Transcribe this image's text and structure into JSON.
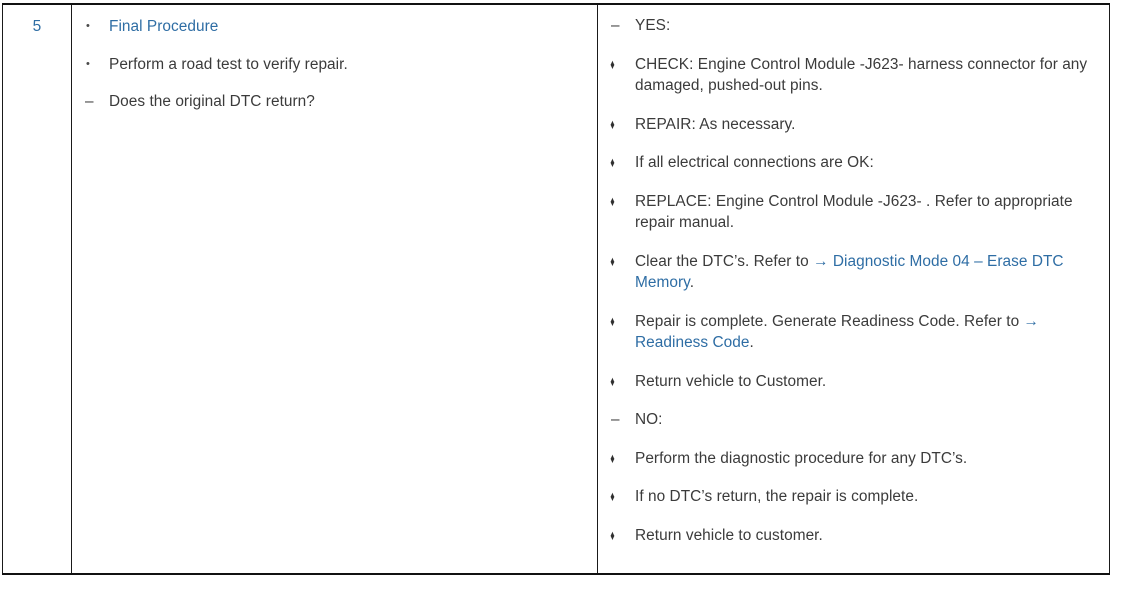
{
  "table": {
    "step_number": "5",
    "action_column": {
      "items": [
        {
          "marker": "dot",
          "text": "Final Procedure",
          "style": "link"
        },
        {
          "marker": "dot",
          "text": "Perform a road test to verify repair.",
          "style": "normal"
        },
        {
          "marker": "dash",
          "text": "Does the original DTC return?",
          "style": "normal"
        }
      ]
    },
    "result_column": {
      "items": [
        {
          "marker": "dash",
          "text": "YES:",
          "style": "normal"
        },
        {
          "marker": "lozenge",
          "text": "CHECK: Engine Control Module -J623- harness connector for any damaged, pushed-out pins.",
          "style": "normal"
        },
        {
          "marker": "lozenge",
          "text": "REPAIR: As necessary.",
          "style": "normal"
        },
        {
          "marker": "lozenge",
          "text": "If all electrical connections are OK:",
          "style": "normal"
        },
        {
          "marker": "lozenge",
          "text": "REPLACE: Engine Control Module -J623- . Refer to appropriate repair manual.",
          "style": "normal"
        },
        {
          "marker": "lozenge",
          "prefix": "Clear the DTC’s. Refer to ",
          "link": "→ Diagnostic Mode 04 – Erase DTC Memory",
          "suffix": ".",
          "style": "mixed"
        },
        {
          "marker": "lozenge",
          "prefix": "Repair is complete. Generate Readiness Code. Refer to ",
          "link": "→ Readiness Code",
          "suffix": ".",
          "style": "mixed"
        },
        {
          "marker": "lozenge",
          "text": "Return vehicle to Customer.",
          "style": "normal"
        },
        {
          "marker": "dash",
          "text": "NO:",
          "style": "normal"
        },
        {
          "marker": "lozenge",
          "text": "Perform the diagnostic procedure for any DTC’s.",
          "style": "normal"
        },
        {
          "marker": "lozenge",
          "text": "If no DTC’s return, the repair is complete.",
          "style": "normal"
        },
        {
          "marker": "lozenge",
          "text": "Return vehicle to customer.",
          "style": "normal"
        }
      ]
    }
  },
  "markers": {
    "dot": "•",
    "dash": "–",
    "lozenge": "♦"
  },
  "colors": {
    "link": "#2e6da4",
    "step_number": "#2e6da4",
    "body_text": "#3b3b3b",
    "border": "#111111",
    "background": "#ffffff"
  }
}
